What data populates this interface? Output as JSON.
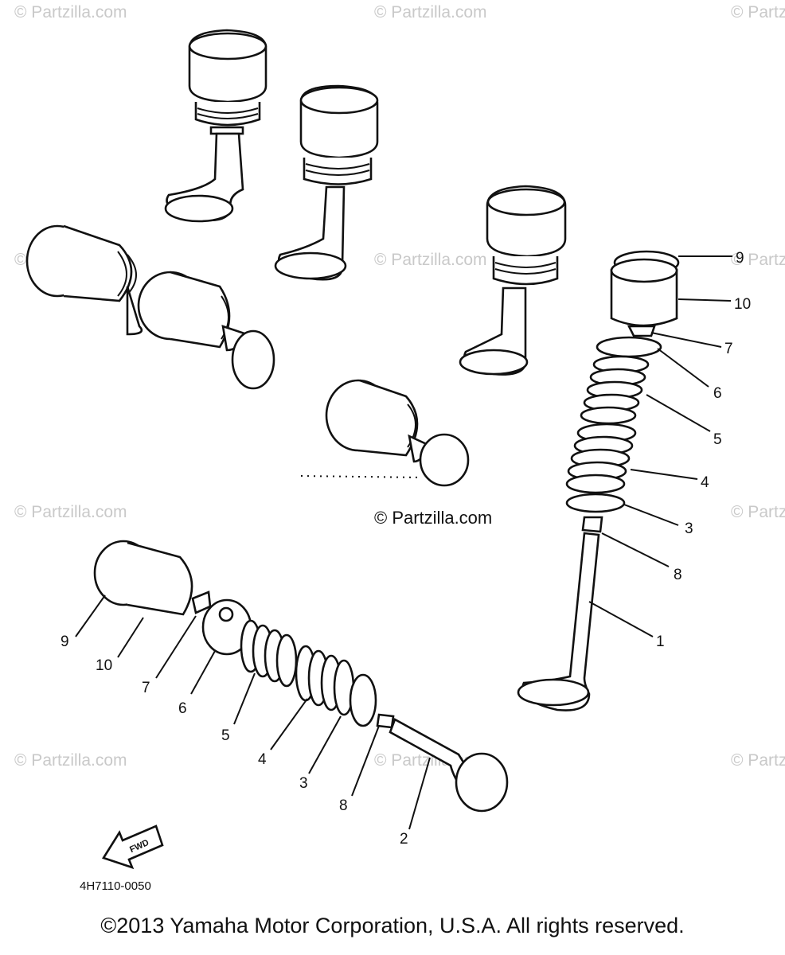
{
  "watermark_text": "© Partzilla.com",
  "center_watermark": "© Partzilla.com",
  "diagram_code": "4H7110-0050",
  "fwd_label": "FWD",
  "copyright": "©2013  Yamaha Motor Corporation, U.S.A. All rights reserved.",
  "callouts_right": [
    "9",
    "10",
    "7",
    "6",
    "5",
    "4",
    "3",
    "8",
    "1"
  ],
  "callouts_left": [
    "9",
    "10",
    "7",
    "6",
    "5",
    "4",
    "3",
    "8",
    "2"
  ]
}
